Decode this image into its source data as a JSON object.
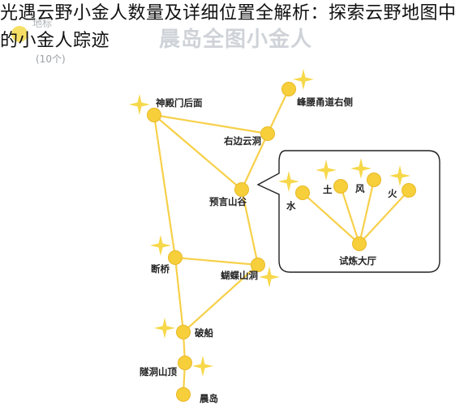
{
  "headline": "光遇云野小金人数量及详细位置全解析：探索云野地图中的小金人踪迹",
  "watermark_title": "晨岛全图小金人",
  "legend": {
    "label": "地标",
    "count": "(10个)"
  },
  "colors": {
    "line": "#f7d04a",
    "node": "#f6cf3b",
    "node_edge": "#e9b928",
    "star": "#f7d84a",
    "text": "#222222",
    "bubble_border": "#222222"
  },
  "nodes": [
    {
      "id": "shendianmen",
      "label": "神殿门后面"
    },
    {
      "id": "fengyao",
      "label": "峰腰甬道右侧"
    },
    {
      "id": "youbian",
      "label": "右边云洞"
    },
    {
      "id": "yuyan",
      "label": "预言山谷"
    },
    {
      "id": "duanqiao",
      "label": "断桥"
    },
    {
      "id": "hudie",
      "label": "蝴蝶山洞"
    },
    {
      "id": "pochuan",
      "label": "破船"
    },
    {
      "id": "suidong",
      "label": "隧洞山顶"
    },
    {
      "id": "chendao",
      "label": "晨岛"
    },
    {
      "id": "shilian",
      "label": "试炼大厅"
    },
    {
      "id": "shui",
      "label": "水"
    },
    {
      "id": "tu",
      "label": "土"
    },
    {
      "id": "feng",
      "label": "风"
    },
    {
      "id": "huo",
      "label": "火"
    }
  ]
}
